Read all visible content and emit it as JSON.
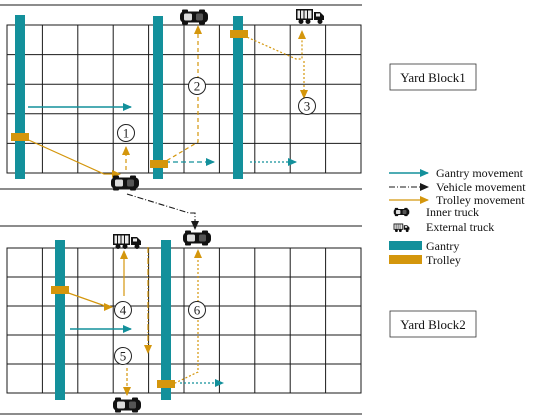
{
  "blocks": [
    {
      "label": "Yard Block1",
      "steps": [
        "1",
        "2",
        "3"
      ]
    },
    {
      "label": "Yard Block2",
      "steps": [
        "4",
        "5",
        "6"
      ]
    }
  ],
  "legend": {
    "gantry_movement": "Gantry movement",
    "vehicle_movement": "Vehicle movement",
    "trolley_movement": "Trolley movement",
    "inner_truck": "Inner truck",
    "external_truck": "External truck",
    "gantry": "Gantry",
    "trolley": "Trolley"
  },
  "colors": {
    "gantry": "#13909b",
    "trolley": "#d4960c",
    "grid": "#1a1a1a",
    "vehicle": "#1a1a1a"
  },
  "icons": {
    "inner_truck": "inner-truck-icon",
    "external_truck": "external-truck-icon"
  }
}
